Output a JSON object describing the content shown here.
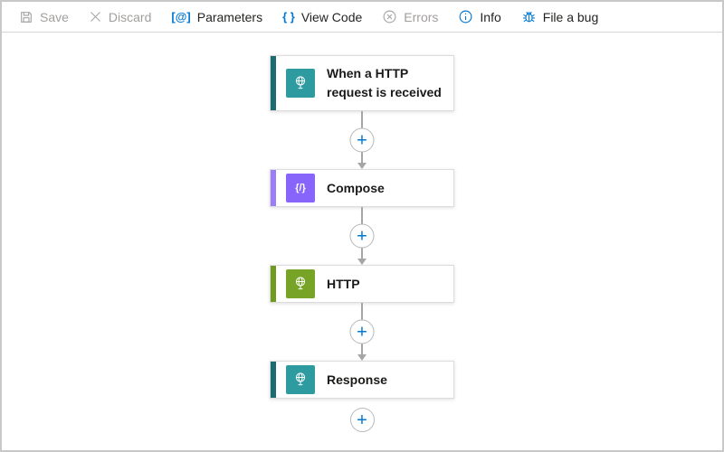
{
  "toolbar": {
    "items": [
      {
        "label": "Save",
        "disabled": true
      },
      {
        "label": "Discard",
        "disabled": true
      },
      {
        "label": "Parameters",
        "disabled": false
      },
      {
        "label": "View Code",
        "disabled": false
      },
      {
        "label": "Errors",
        "disabled": true
      },
      {
        "label": "Info",
        "disabled": false
      },
      {
        "label": "File a bug",
        "disabled": false
      }
    ]
  },
  "icons": {
    "parameters_glyph": "[@]",
    "view_code_glyph": "{ }",
    "compose_glyph": "{/}",
    "plus_glyph": "+"
  },
  "workflow": {
    "nodes": [
      {
        "title": "When a HTTP request is received"
      },
      {
        "title": "Compose"
      },
      {
        "title": "HTTP"
      },
      {
        "title": "Response"
      }
    ]
  },
  "colors": {
    "accent_blue": "#0078d4",
    "teal_bar": "#1c6b70",
    "teal_icon": "#2e9ba0",
    "purple_bar": "#9b7ef7",
    "purple_icon": "#8764fa",
    "green_bar": "#6f9b20",
    "green_icon": "#77a426",
    "connector_gray": "#a6a6a6",
    "disabled_gray": "#a19f9d",
    "text_dark": "#252423"
  }
}
